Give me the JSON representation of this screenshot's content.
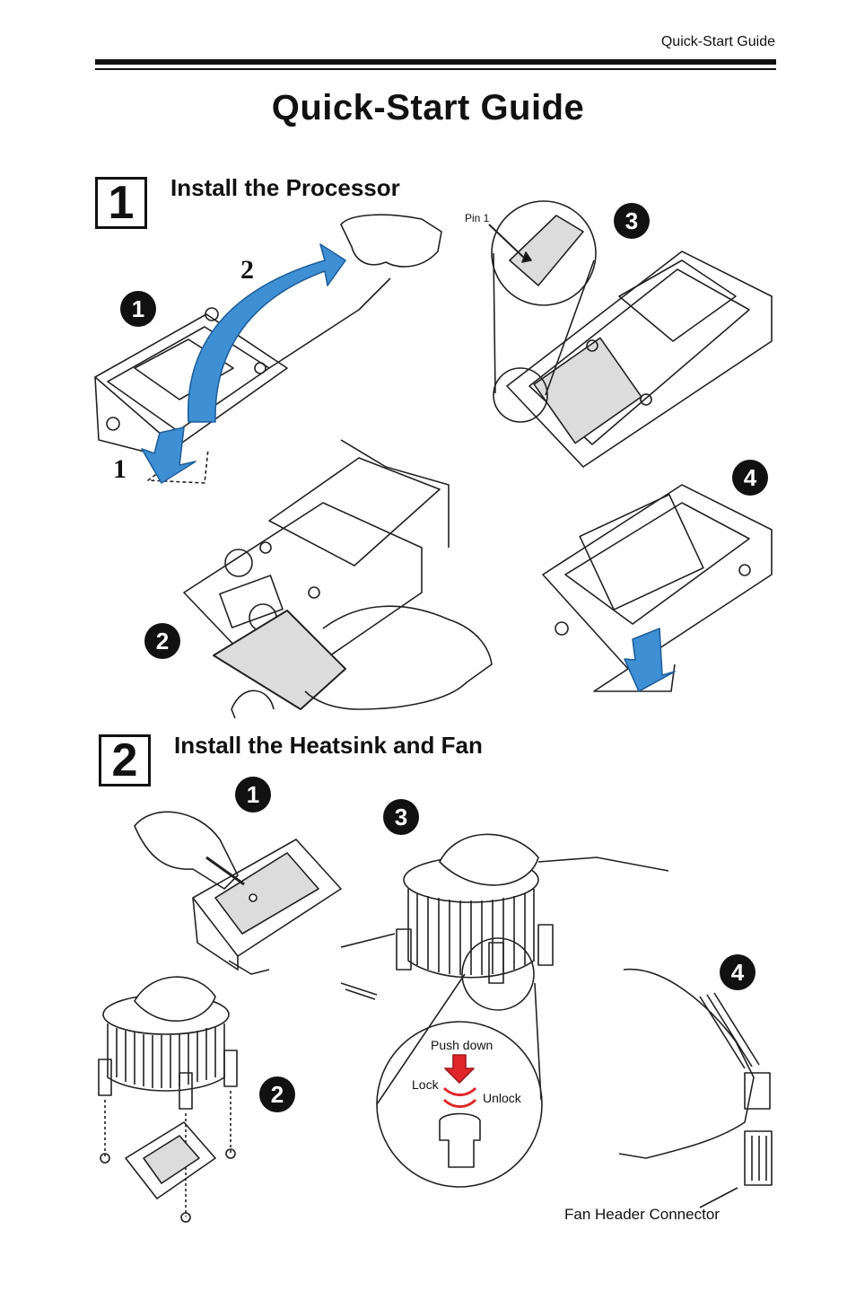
{
  "header": {
    "label": "Quick-Start Guide"
  },
  "title": "Quick-Start Guide",
  "sections": [
    {
      "number": "1",
      "heading": "Install the Processor",
      "callouts": [
        "1",
        "2",
        "3",
        "4"
      ],
      "arrow_labels": [
        "1",
        "2"
      ],
      "pin_label": "Pin 1"
    },
    {
      "number": "2",
      "heading": "Install the Heatsink and Fan",
      "callouts": [
        "1",
        "2",
        "3",
        "4"
      ],
      "push_down": "Push down",
      "lock": "Lock",
      "unlock": "Unlock",
      "fan_header": "Fan Header Connector"
    }
  ],
  "colors": {
    "arrow_blue": "#3f8fd4",
    "arrow_red": "#e0262a",
    "cpu_gray": "#dcdcdc"
  }
}
